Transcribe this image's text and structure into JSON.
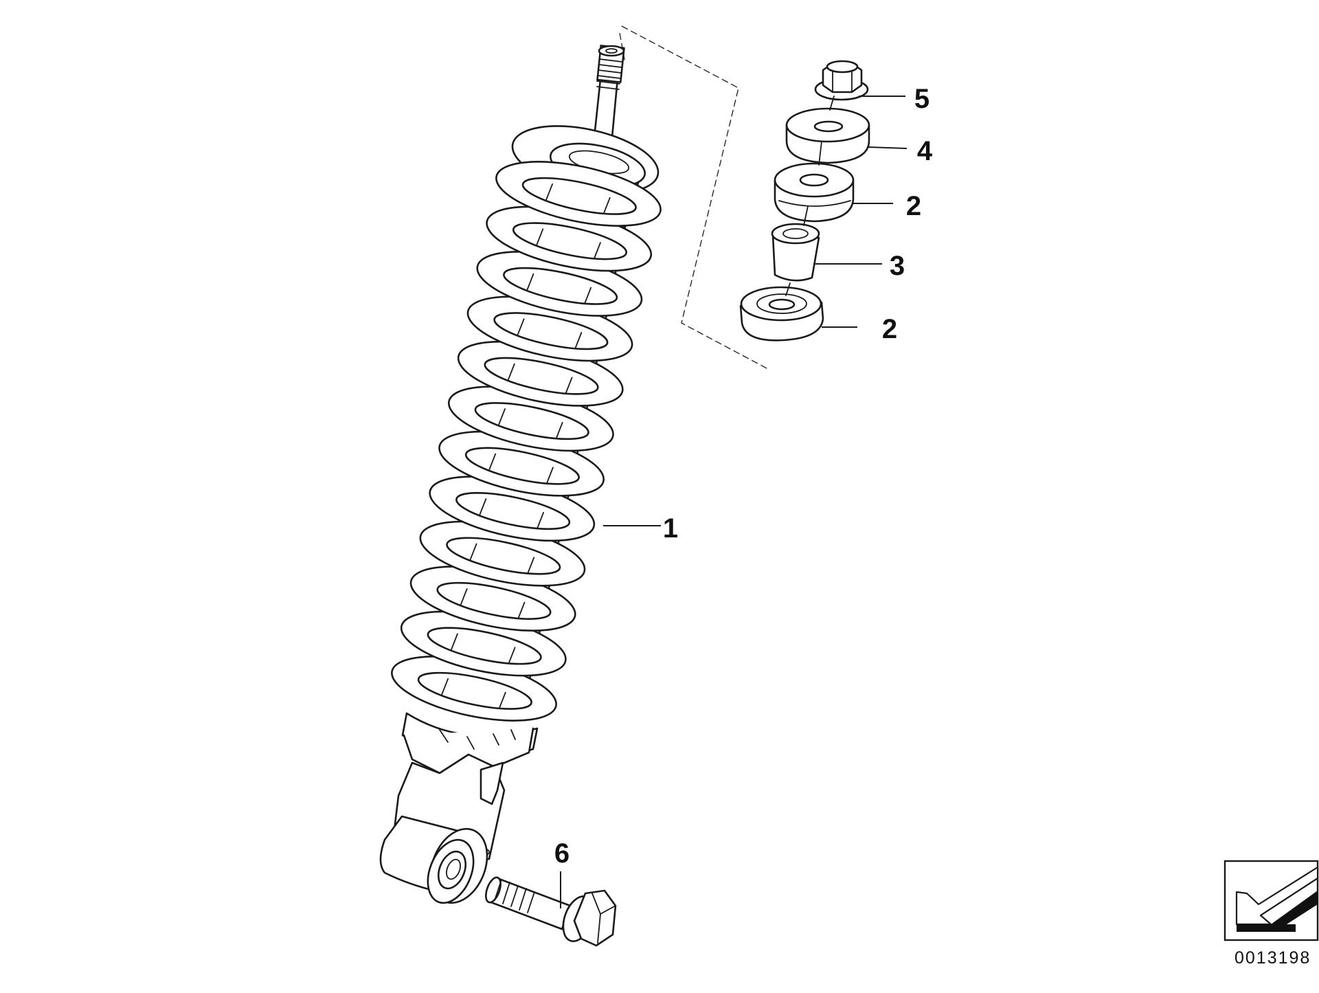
{
  "diagram": {
    "callouts": [
      {
        "id": "c1",
        "label": "1"
      },
      {
        "id": "c2a",
        "label": "2"
      },
      {
        "id": "c2b",
        "label": "2"
      },
      {
        "id": "c3",
        "label": "3"
      },
      {
        "id": "c4",
        "label": "4"
      },
      {
        "id": "c5",
        "label": "5"
      },
      {
        "id": "c6",
        "label": "6"
      }
    ],
    "catalog_number": "0013198",
    "icons": {
      "orientation": "arrow-direction-icon"
    },
    "colors": {
      "ink": "#1a1a1a",
      "background": "#ffffff"
    }
  }
}
